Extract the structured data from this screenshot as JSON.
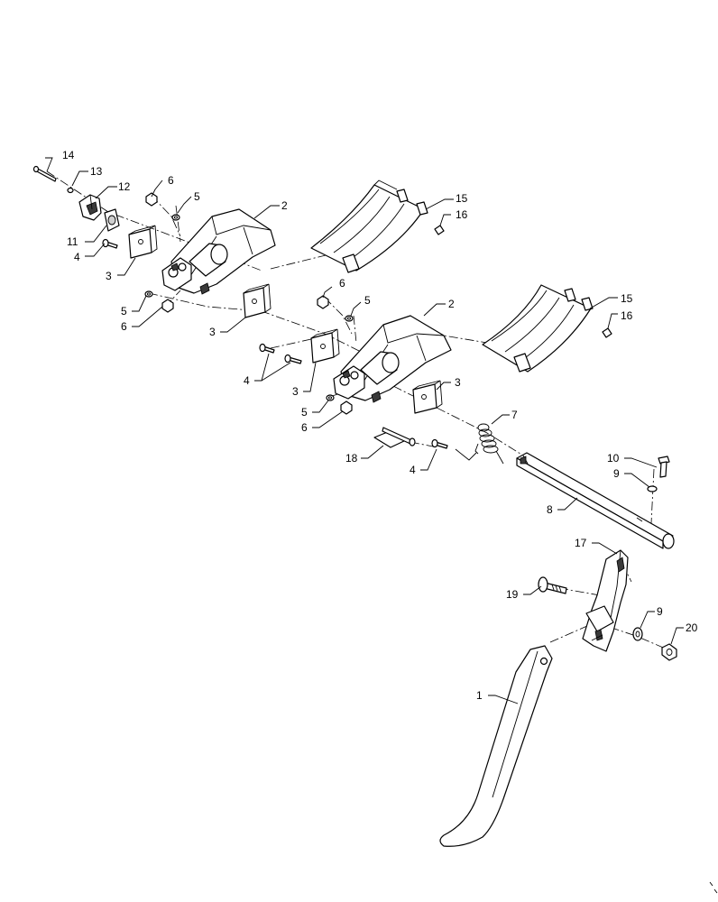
{
  "callouts": [
    {
      "id": "c14",
      "text": "14"
    },
    {
      "id": "c13",
      "text": "13"
    },
    {
      "id": "c12",
      "text": "12"
    },
    {
      "id": "c11",
      "text": "11"
    },
    {
      "id": "c6a",
      "text": "6"
    },
    {
      "id": "c5a",
      "text": "5"
    },
    {
      "id": "c2a",
      "text": "2"
    },
    {
      "id": "c15a",
      "text": "15"
    },
    {
      "id": "c16a",
      "text": "16"
    },
    {
      "id": "c4a",
      "text": "4"
    },
    {
      "id": "c3a",
      "text": "3"
    },
    {
      "id": "c5b",
      "text": "5"
    },
    {
      "id": "c6b",
      "text": "6"
    },
    {
      "id": "c6c",
      "text": "6"
    },
    {
      "id": "c5c",
      "text": "5"
    },
    {
      "id": "c2b",
      "text": "2"
    },
    {
      "id": "c15b",
      "text": "15"
    },
    {
      "id": "c16b",
      "text": "16"
    },
    {
      "id": "c3b",
      "text": "3"
    },
    {
      "id": "c4b",
      "text": "4"
    },
    {
      "id": "c3c",
      "text": "3"
    },
    {
      "id": "c3d",
      "text": "3"
    },
    {
      "id": "c5d",
      "text": "5"
    },
    {
      "id": "c6d",
      "text": "6"
    },
    {
      "id": "c7",
      "text": "7"
    },
    {
      "id": "c18",
      "text": "18"
    },
    {
      "id": "c4c",
      "text": "4"
    },
    {
      "id": "c10",
      "text": "10"
    },
    {
      "id": "c9a",
      "text": "9"
    },
    {
      "id": "c8",
      "text": "8"
    },
    {
      "id": "c17",
      "text": "17"
    },
    {
      "id": "c19",
      "text": "19"
    },
    {
      "id": "c9b",
      "text": "9"
    },
    {
      "id": "c20",
      "text": "20"
    },
    {
      "id": "c1",
      "text": "1"
    }
  ]
}
